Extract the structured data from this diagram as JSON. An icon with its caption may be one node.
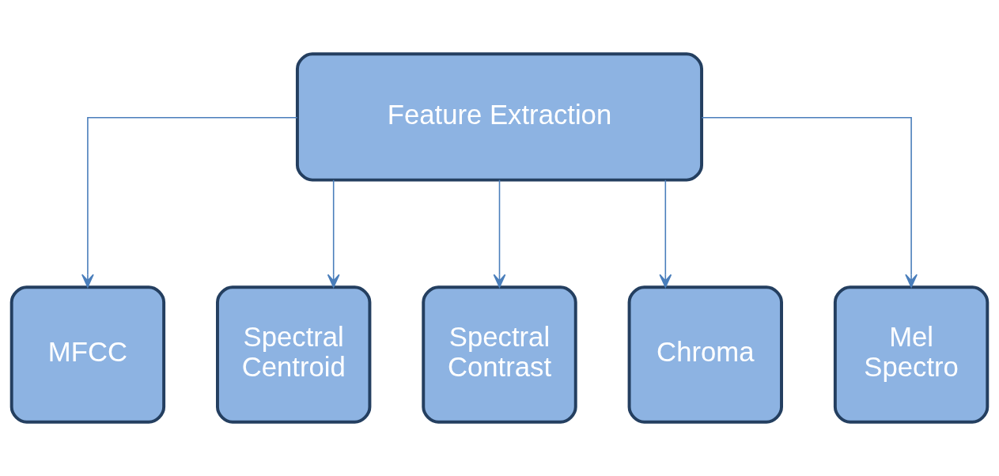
{
  "diagram": {
    "nodes": [
      {
        "text": [
          "Feature Extraction"
        ]
      },
      {
        "text": [
          "MFCC"
        ]
      },
      {
        "text": [
          "Spectral Centroid"
        ]
      },
      {
        "text": [
          "Spectral Contrast"
        ]
      },
      {
        "text": [
          "Chroma"
        ]
      },
      {
        "text": [
          "Mel Spectro"
        ]
      }
    ],
    "edges": [
      {
        "from": 0,
        "to": 1,
        "arrow": "to"
      },
      {
        "from": 0,
        "to": 2,
        "arrow": "to"
      },
      {
        "from": 0,
        "to": 3,
        "arrow": "to"
      },
      {
        "from": 0,
        "to": 4,
        "arrow": "to"
      },
      {
        "from": 0,
        "to": 5,
        "arrow": "to"
      }
    ]
  }
}
